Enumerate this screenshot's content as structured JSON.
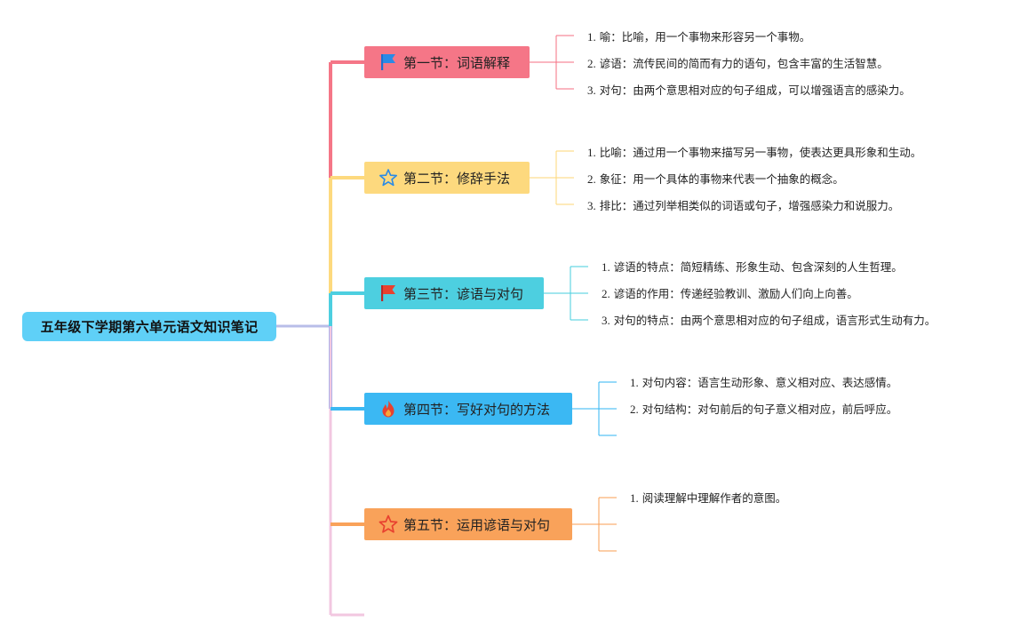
{
  "root": {
    "title": "五年级下学期第六单元语文知识笔记"
  },
  "sections": [
    {
      "title": "第一节：词语解释",
      "icon": "blue-flag-icon",
      "color": "#f57687",
      "items": [
        {
          "num": "1.",
          "text": "喻：比喻，用一个事物来形容另一个事物。"
        },
        {
          "num": "2.",
          "text": "谚语：流传民间的简而有力的语句，包含丰富的生活智慧。"
        },
        {
          "num": "3.",
          "text": "对句：由两个意思相对应的句子组成，可以增强语言的感染力。"
        }
      ]
    },
    {
      "title": "第二节：修辞手法",
      "icon": "star-outline-icon",
      "color": "#fdd97e",
      "items": [
        {
          "num": "1.",
          "text": "比喻：通过用一个事物来描写另一事物，使表达更具形象和生动。"
        },
        {
          "num": "2.",
          "text": "象征：用一个具体的事物来代表一个抽象的概念。"
        },
        {
          "num": "3.",
          "text": "排比：通过列举相类似的词语或句子，增强感染力和说服力。"
        }
      ]
    },
    {
      "title": "第三节：谚语与对句",
      "icon": "red-flag-icon",
      "color": "#4dcfe0",
      "items": [
        {
          "num": "1.",
          "text": "谚语的特点：简短精练、形象生动、包含深刻的人生哲理。"
        },
        {
          "num": "2.",
          "text": "谚语的作用：传递经验教训、激励人们向上向善。"
        },
        {
          "num": "3.",
          "text": "对句的特点：由两个意思相对应的句子组成，语言形式生动有力。"
        }
      ]
    },
    {
      "title": "第四节：写好对句的方法",
      "icon": "fire-icon",
      "color": "#3bb8f3",
      "items": [
        {
          "num": "1.",
          "text": "对句内容：语言生动形象、意义相对应、表达感情。"
        },
        {
          "num": "2.",
          "text": "对句结构：对句前后的句子意义相对应，前后呼应。"
        }
      ]
    },
    {
      "title": "第五节：运用谚语与对句",
      "icon": "star-red-outline-icon",
      "color": "#f9a25a",
      "items": [
        {
          "num": "1.",
          "text": "阅读理解中理解作者的意图。"
        }
      ]
    }
  ]
}
